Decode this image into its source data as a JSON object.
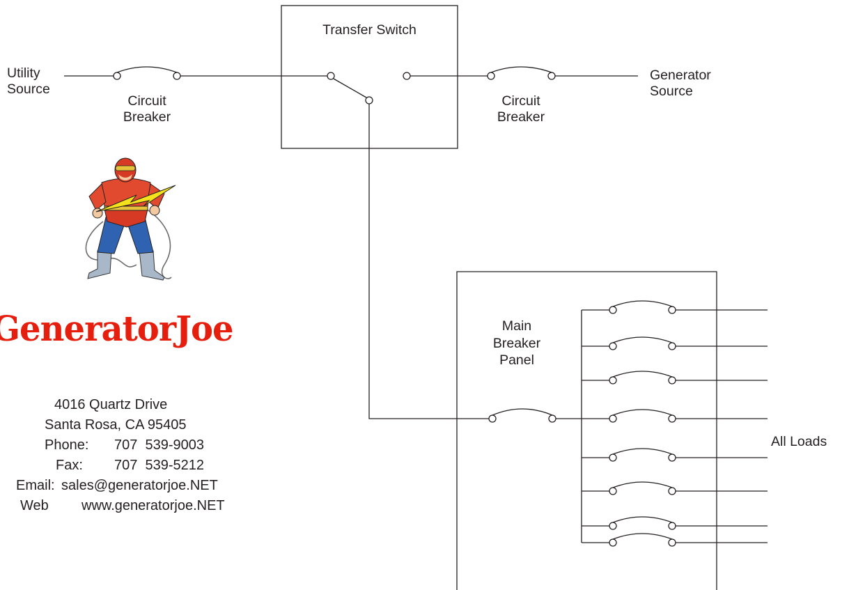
{
  "colors": {
    "line": "#231f20",
    "logo_red": "#e61e0d"
  },
  "labels": {
    "transfer_switch": "Transfer Switch",
    "utility_source_1": "Utility",
    "utility_source_2": "Source",
    "circuit_breaker_left_1": "Circuit",
    "circuit_breaker_left_2": "Breaker",
    "circuit_breaker_right_1": "Circuit",
    "circuit_breaker_right_2": "Breaker",
    "generator_source_1": "Generator",
    "generator_source_2": "Source",
    "main_breaker_panel_1": "Main",
    "main_breaker_panel_2": "Breaker",
    "main_breaker_panel_3": "Panel",
    "all_loads": "All Loads"
  },
  "logo": {
    "text": "GeneratorJoe",
    "mascot_icon": "superhero-mascot-with-lightning-bolt-icon"
  },
  "contact": {
    "street": "4016 Quartz Drive",
    "city": "Santa Rosa, CA 95405",
    "phone_label": "Phone:",
    "phone": "707  539-9003",
    "fax_label": "Fax:",
    "fax": "707  539-5212",
    "email_label": "Email:",
    "email": "sales@generatorjoe.NET",
    "web_label": "Web",
    "web": "www.generatorjoe.NET"
  }
}
